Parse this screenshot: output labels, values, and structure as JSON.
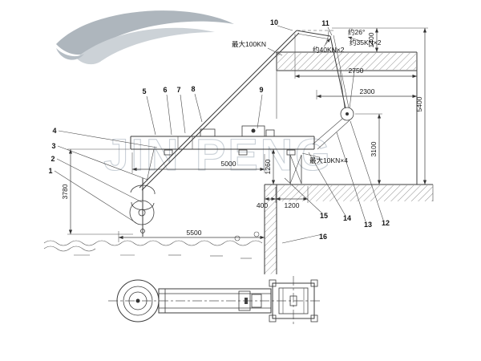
{
  "watermark": {
    "text": "JIN PENG"
  },
  "parts": {
    "p1": "1",
    "p2": "2",
    "p3": "3",
    "p4": "4",
    "p5": "5",
    "p6": "6",
    "p7": "7",
    "p8": "8",
    "p9": "9",
    "p10": "10",
    "p11": "11",
    "p12": "12",
    "p13": "13",
    "p14": "14",
    "p15": "15",
    "p16": "16"
  },
  "dims": {
    "span_main": "5000",
    "beam_to_ground": "1260",
    "left_height": "3780",
    "reach_bottom": "5500",
    "wall_thickness": "400",
    "support_offset": "1200",
    "deck_upper": "2750",
    "deck_lower": "2300",
    "wall_height": "3100",
    "total_height": "5400",
    "mast_top": "1400"
  },
  "loads": {
    "boom_max": "最大100KN",
    "tie_front": "约40KN×2",
    "tie_rear": "约35KN×2",
    "wheel_max": "最大10KN×4"
  },
  "angle": {
    "boom": "约26°"
  }
}
